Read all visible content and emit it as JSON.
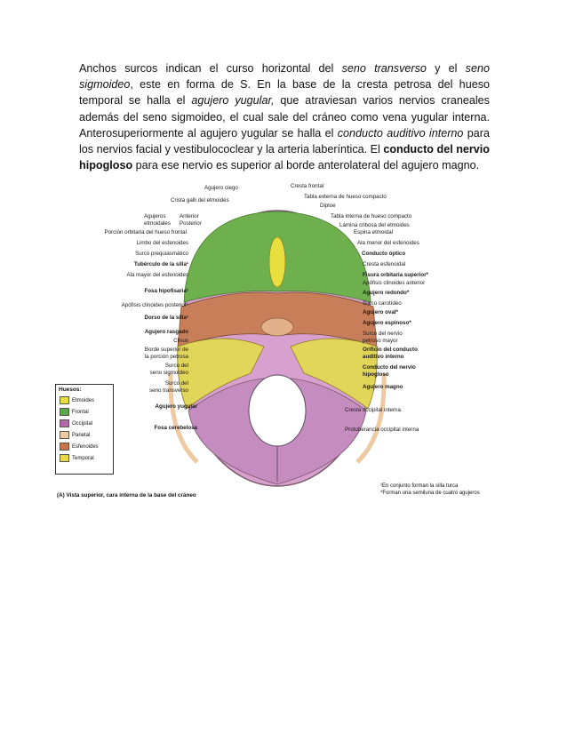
{
  "paragraph": {
    "s1": "Anchos surcos indican el curso horizontal del ",
    "s2": "seno transverso",
    "s3": " y el ",
    "s4": "seno sigmoideo",
    "s5": ", este en forma de S. En la base de la cresta petrosa del hueso temporal se halla el ",
    "s6": "agujero yugular,",
    "s7": " que atraviesan varios nervios craneales además del seno sigmoideo, el cual sale del cráneo como vena yugular interna. Anterosuperiormente al agujero yugular se halla el ",
    "s8": "conducto auditivo interno",
    "s9": " para los nervios facial y vestibulococlear y la arteria laberíntica. El ",
    "s10": "conducto del nervio hipogloso",
    "s11": " para ese nervio es superior al borde anterolateral del agujero magno."
  },
  "figure": {
    "labels_top": {
      "agujero_ciego": "Agujero ciego",
      "cresta_frontal": "Cresta frontal",
      "tabla_externa": "Tabla externa de hueso compacto",
      "crista_galli": "Crista galli del etmoides",
      "diploe": "Diploe",
      "agujeros": "Agujeros",
      "etmoidales": "etmoidales",
      "anterior": "Anterior",
      "posterior": "Posterior",
      "tabla_interna": "Tabla interna de hueso compacto",
      "lamina_cribosa": "Lámina cribosa del etmoides"
    },
    "labels_left": [
      {
        "text": "Porción orbitaria del hueso frontal",
        "bold": false
      },
      {
        "text": "Limbo del esfenoides",
        "bold": false
      },
      {
        "text": "Surco prequiasmático",
        "bold": false
      },
      {
        "text": "Tubérculo de la silla¹",
        "bold": true
      },
      {
        "text": "Ala mayor del esfenoides",
        "bold": false
      },
      {
        "text": "Fosa hipofisaria¹",
        "bold": true
      },
      {
        "text": "Apófisis clinoides posterior¹",
        "bold": false
      },
      {
        "text": "Dorso de la silla¹",
        "bold": true
      },
      {
        "text": "Agujero rasgado",
        "bold": true
      },
      {
        "text": "Clivus",
        "bold": false
      },
      {
        "text": "Borde superior de",
        "bold": false
      },
      {
        "text": "la porción petrosa",
        "bold": false
      },
      {
        "text": "Surco del",
        "bold": false
      },
      {
        "text": "seno sigmoideo",
        "bold": false
      },
      {
        "text": "Surco del",
        "bold": false
      },
      {
        "text": "seno transverso",
        "bold": false
      },
      {
        "text": "Agujero yugular",
        "bold": true
      },
      {
        "text": "Fosa cerebelosa",
        "bold": true
      }
    ],
    "labels_right": [
      {
        "text": "Espina etmoidal",
        "bold": false
      },
      {
        "text": "Ala menor del esfenoides",
        "bold": false
      },
      {
        "text": "Conducto óptico",
        "bold": true
      },
      {
        "text": "Cresta esfenoidal",
        "bold": false
      },
      {
        "text": "Fisura orbitaria superior*",
        "bold": true
      },
      {
        "text": "Apófisis clinoides anterior",
        "bold": false
      },
      {
        "text": "Agujero redondo*",
        "bold": true
      },
      {
        "text": "Surco carotídeo",
        "bold": false
      },
      {
        "text": "Agujero oval*",
        "bold": true
      },
      {
        "text": "Agujero espinoso*",
        "bold": true
      },
      {
        "text": "Surco del nervio",
        "bold": false
      },
      {
        "text": "petroso mayor",
        "bold": false
      },
      {
        "text": "Orificio del conducto",
        "bold": true
      },
      {
        "text": "auditivo interno",
        "bold": true
      },
      {
        "text": "Conducto del nervio",
        "bold": true
      },
      {
        "text": "hipogloso",
        "bold": true
      },
      {
        "text": "Agujero magno",
        "bold": true
      },
      {
        "text": "Cresta occipital interna",
        "bold": false
      },
      {
        "text": "Protuberancia occipital interna",
        "bold": false
      }
    ],
    "legend": {
      "title": "Huesos:",
      "items": [
        {
          "label": "Etmoides",
          "color": "#e6de3a"
        },
        {
          "label": "Frontal",
          "color": "#5aa84a"
        },
        {
          "label": "Occipital",
          "color": "#b06aa8"
        },
        {
          "label": "Parietal",
          "color": "#f0c9a0"
        },
        {
          "label": "Esfenoides",
          "color": "#c8744a"
        },
        {
          "label": "Temporal",
          "color": "#e8d84a"
        }
      ]
    },
    "caption": "(A) Vista superior, cara interna de la base del cráneo",
    "notes": [
      "¹En conjunto forman la silla turca",
      "*Forman una semiluna de cuatro agujeros"
    ],
    "colors": {
      "frontal": "#6fb04e",
      "sphenoid": "#c97e5a",
      "temporal": "#e2d65a",
      "occipital": "#c58cc0",
      "parietal": "#efc9a2",
      "ethmoid": "#e8df3e"
    }
  }
}
